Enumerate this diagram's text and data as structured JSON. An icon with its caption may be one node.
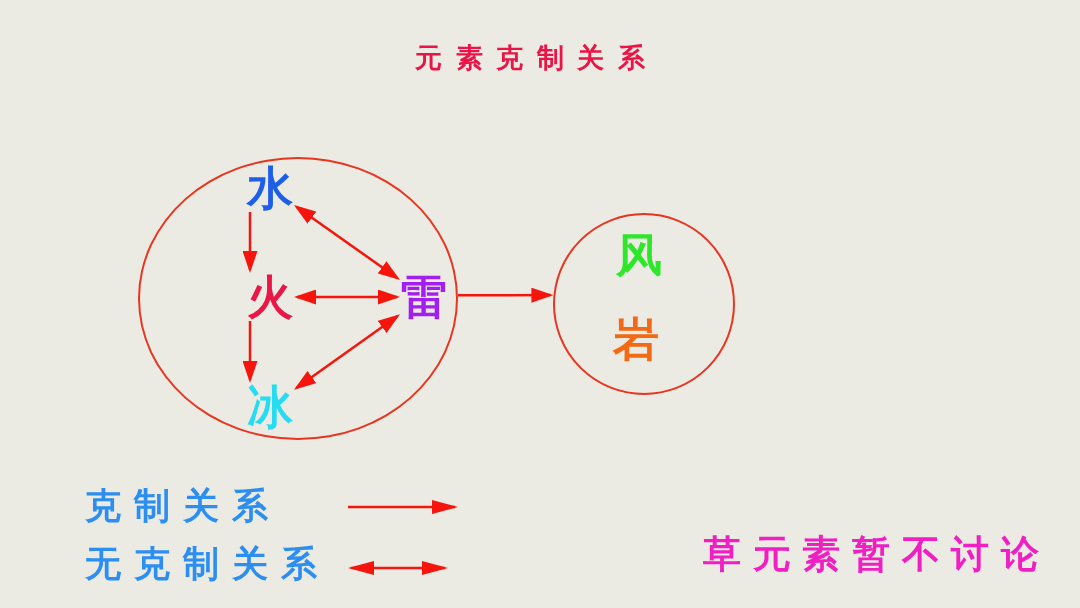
{
  "diagram": {
    "title": "元素克制关系",
    "nodes": [
      {
        "text": [],
        "shape": "circle"
      },
      {
        "text": [
          "水"
        ],
        "in": 0
      },
      {
        "text": [
          "火"
        ],
        "in": 0
      },
      {
        "text": [
          "冰"
        ],
        "in": 0
      },
      {
        "text": [
          "雷"
        ],
        "in": 0
      },
      {
        "text": [],
        "shape": "circle"
      },
      {
        "text": [
          "风"
        ],
        "in": 5
      },
      {
        "text": [
          "岩"
        ],
        "in": 5
      }
    ],
    "edges": [
      {
        "from": 1,
        "to": 2,
        "arrow": "to"
      },
      {
        "from": 2,
        "to": 3,
        "arrow": "to"
      },
      {
        "from": 1,
        "to": 4,
        "arrow": "both"
      },
      {
        "from": 2,
        "to": 4,
        "arrow": "both"
      },
      {
        "from": 3,
        "to": 4,
        "arrow": "both"
      },
      {
        "from": 0,
        "to": 5,
        "arrow": "to"
      }
    ],
    "labels": [
      "草元素暂不讨论"
    ],
    "legend": [
      {
        "text": "克制关系"
      },
      {
        "text": "无克制关系"
      }
    ]
  }
}
